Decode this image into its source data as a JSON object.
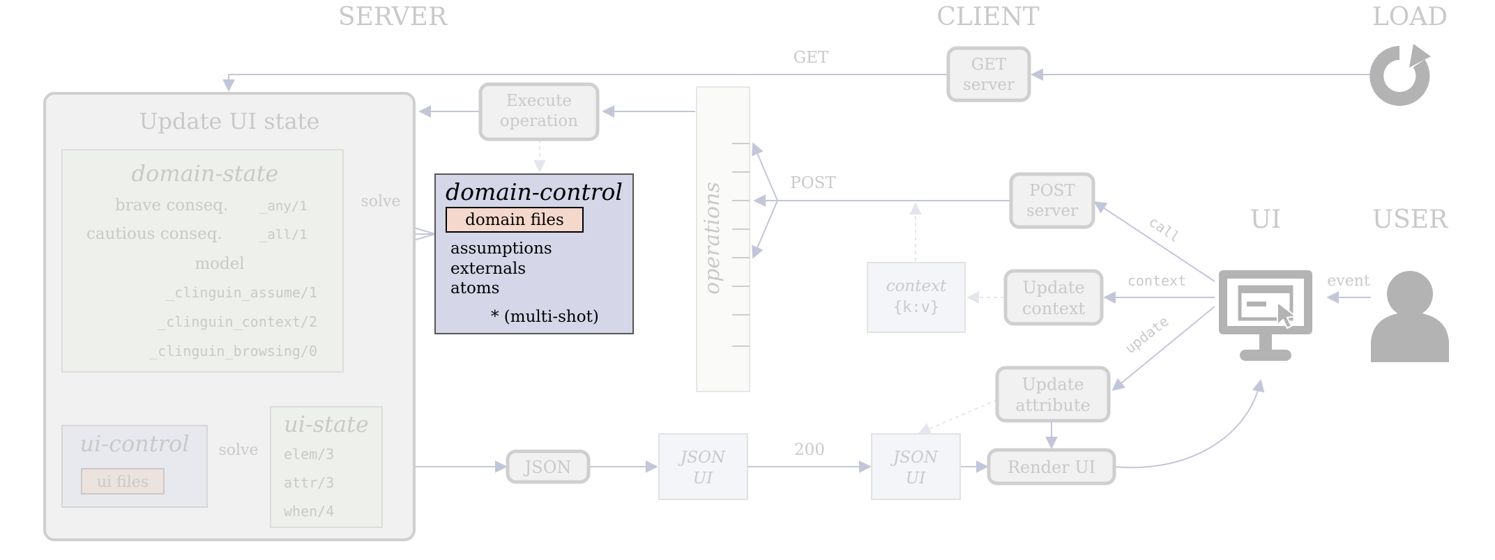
{
  "headers": {
    "server": "SERVER",
    "client": "CLIENT",
    "load": "LOAD",
    "ui": "UI",
    "user": "USER"
  },
  "update_ui_state": {
    "title": "Update UI state",
    "domain_state": {
      "title": "domain-state",
      "rows": [
        {
          "label": "brave conseq.",
          "pred": "_any/1"
        },
        {
          "label": "cautious conseq.",
          "pred": "_all/1"
        },
        {
          "label": "model",
          "pred": ""
        }
      ],
      "predicates": [
        "_clinguin_assume/1",
        "_clinguin_context/2",
        "_clinguin_browsing/0"
      ]
    },
    "ui_control": {
      "title": "ui-control",
      "files": "ui files"
    },
    "ui_state": {
      "title": "ui-state",
      "items": [
        "elem/3",
        "attr/3",
        "when/4"
      ]
    }
  },
  "domain_control": {
    "title": "domain-control",
    "files": "domain files",
    "items": [
      "assumptions",
      "externals",
      "atoms"
    ],
    "note": "* (multi-shot)"
  },
  "nodes": {
    "execute_operation": [
      "Execute",
      "operation"
    ],
    "get_server": [
      "GET",
      "server"
    ],
    "post_server": [
      "POST",
      "server"
    ],
    "update_context": [
      "Update",
      "context"
    ],
    "update_attribute": [
      "Update",
      "attribute"
    ],
    "render_ui": "Render UI",
    "json": "JSON",
    "json_ui_1": [
      "JSON",
      "UI"
    ],
    "json_ui_2": [
      "JSON",
      "UI"
    ],
    "context_box": {
      "title": "context",
      "value": "{k:v}"
    },
    "operations": "operations"
  },
  "edge_labels": {
    "get": "GET",
    "post": "POST",
    "solve_1": "solve",
    "solve_2": "solve",
    "status_200": "200",
    "call": "call",
    "context": "context",
    "update": "update",
    "event": "event"
  },
  "colors": {
    "faded_text": "#c9c9c9",
    "arrow": "#c2c6d8",
    "domain_control_fill": "#d5d6e8",
    "domain_files_fill": "#f5d8cc",
    "icon": "#b3b3b3"
  },
  "icons": [
    "reload-icon",
    "monitor-cursor-icon",
    "user-icon"
  ]
}
